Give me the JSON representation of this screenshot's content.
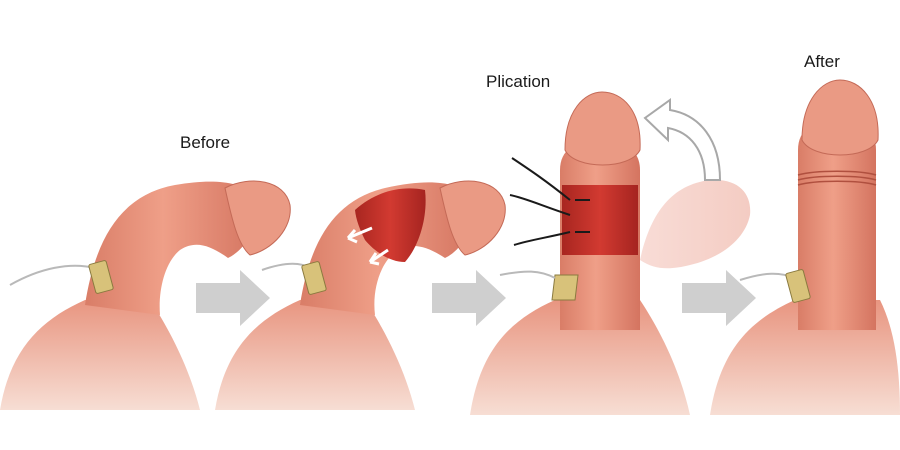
{
  "labels": {
    "before": "Before",
    "plication": "Plication",
    "after": "After"
  },
  "colors": {
    "skin": "#e58f78",
    "skin_shadow": "#c96b58",
    "skin_light": "#f3b7a3",
    "exposed_tissue": "#c0312b",
    "plaque": "#d8c27a",
    "arrow": "#cfcfcf"
  },
  "icons": [
    "flow-arrow-icon",
    "retract-arrow-icon",
    "rotation-arrow-icon",
    "suture-icon"
  ]
}
